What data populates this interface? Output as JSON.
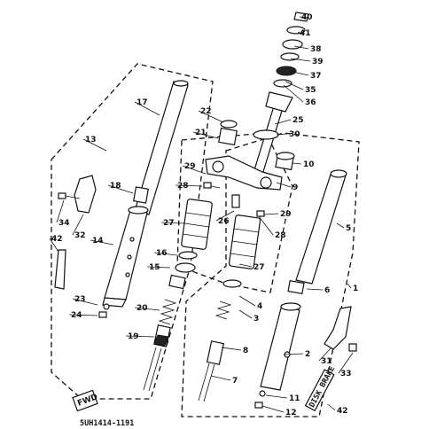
{
  "diagram": {
    "drawing_code": "5UH1414-1191",
    "stamps": {
      "fwd": "FWD",
      "disk_brake": "DISK BRAKE"
    },
    "callouts": [
      {
        "n": "1"
      },
      {
        "n": "2"
      },
      {
        "n": "3"
      },
      {
        "n": "4"
      },
      {
        "n": "5"
      },
      {
        "n": "6"
      },
      {
        "n": "7"
      },
      {
        "n": "8"
      },
      {
        "n": "9"
      },
      {
        "n": "10"
      },
      {
        "n": "11"
      },
      {
        "n": "12"
      },
      {
        "n": "13"
      },
      {
        "n": "14"
      },
      {
        "n": "15"
      },
      {
        "n": "16"
      },
      {
        "n": "17"
      },
      {
        "n": "18"
      },
      {
        "n": "19"
      },
      {
        "n": "20"
      },
      {
        "n": "21"
      },
      {
        "n": "22"
      },
      {
        "n": "23"
      },
      {
        "n": "24"
      },
      {
        "n": "25"
      },
      {
        "n": "26"
      },
      {
        "n": "27"
      },
      {
        "n": "27"
      },
      {
        "n": "28"
      },
      {
        "n": "28"
      },
      {
        "n": "29"
      },
      {
        "n": "29"
      },
      {
        "n": "30"
      },
      {
        "n": "31"
      },
      {
        "n": "32"
      },
      {
        "n": "33"
      },
      {
        "n": "34"
      },
      {
        "n": "35"
      },
      {
        "n": "36"
      },
      {
        "n": "37"
      },
      {
        "n": "38"
      },
      {
        "n": "39"
      },
      {
        "n": "40"
      },
      {
        "n": "41"
      },
      {
        "n": "42"
      },
      {
        "n": "42"
      }
    ]
  }
}
